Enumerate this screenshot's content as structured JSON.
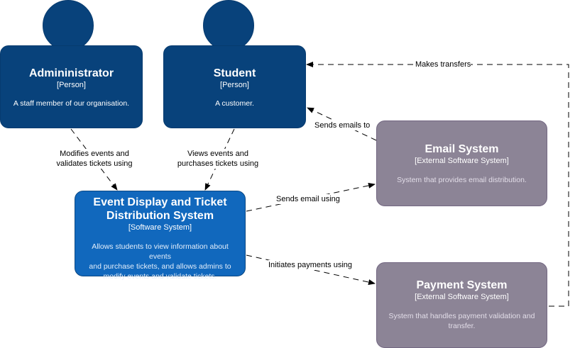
{
  "people": {
    "administrator": {
      "name": "Admininistrator",
      "kind": "[Person]",
      "description": "A staff member of our organisation."
    },
    "student": {
      "name": "Student",
      "kind": "[Person]",
      "description": "A customer."
    }
  },
  "systems": {
    "event_system": {
      "name_line1": "Event Display and Ticket",
      "name_line2": "Distribution System",
      "kind": "[Software System]",
      "description_line1": "Allows students to view information about events",
      "description_line2": "and purchase tickets, and allows admins to",
      "description_line3": "modify events and validate tickets."
    },
    "email_system": {
      "name": "Email System",
      "kind": "[External Software System]",
      "description": "System that provides email distribution."
    },
    "payment_system": {
      "name": "Payment System",
      "kind": "[External Software System]",
      "description_line1": "System that handles payment validation and",
      "description_line2": "transfer."
    }
  },
  "relationships": {
    "admin_to_event": {
      "line1": "Modifies events and",
      "line2": "validates tickets using"
    },
    "student_to_event": {
      "line1": "Views events and",
      "line2": "purchases tickets using"
    },
    "event_to_email": {
      "label": "Sends email using"
    },
    "email_to_student": {
      "label": "Sends emails to"
    },
    "event_to_payment": {
      "label": "Initiates payments using"
    },
    "payment_to_student": {
      "label": "Makes transfers"
    }
  },
  "colors": {
    "person": "#08427b",
    "software_system": "#1168bd",
    "external_system": "#8c8496",
    "connector": "#000000"
  }
}
